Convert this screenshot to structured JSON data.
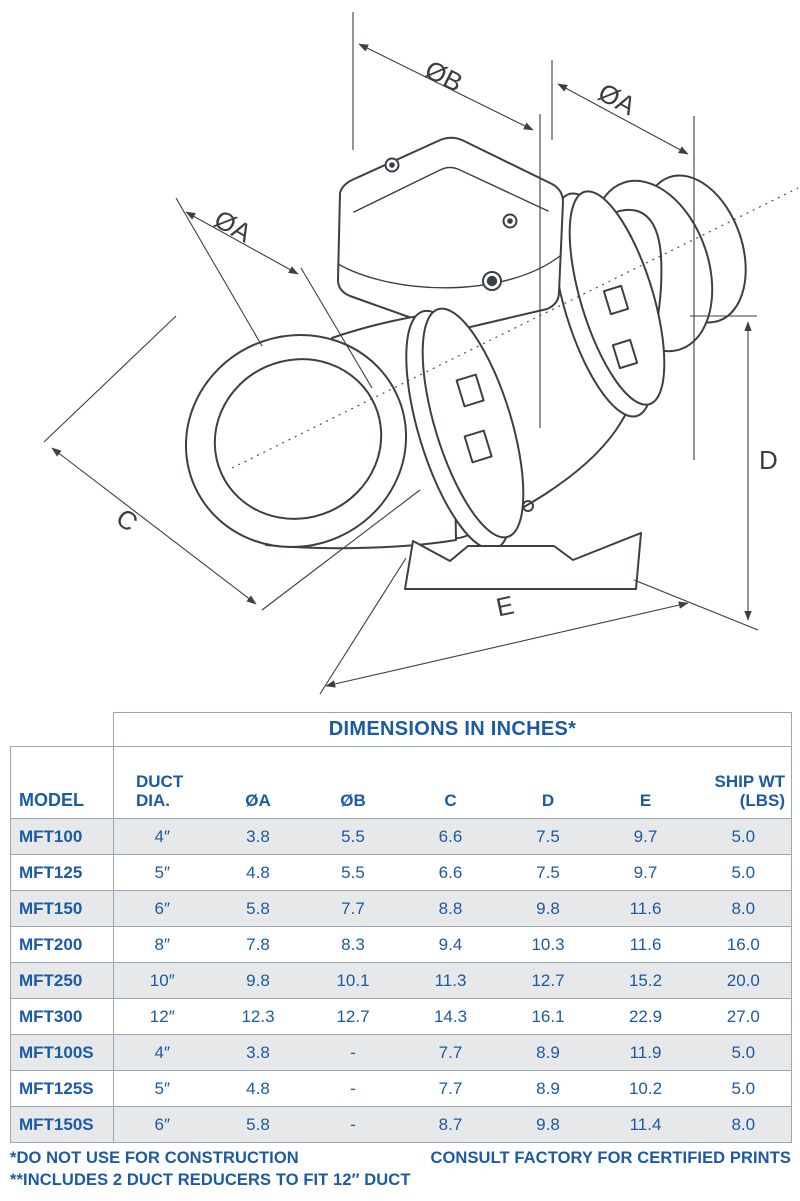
{
  "diagram": {
    "labels": {
      "dia_b": "ØB",
      "dia_a_right": "ØA",
      "dia_a_left": "ØA",
      "c": "C",
      "d": "D",
      "e": "E"
    }
  },
  "table": {
    "title": "DIMENSIONS IN INCHES*",
    "columns": [
      "MODEL",
      "DUCT\nDIA.",
      "ØA",
      "ØB",
      "C",
      "D",
      "E",
      "SHIP WT\n(LBS)"
    ],
    "rows": [
      [
        "MFT100",
        "4″",
        "3.8",
        "5.5",
        "6.6",
        "7.5",
        "9.7",
        "5.0"
      ],
      [
        "MFT125",
        "5″",
        "4.8",
        "5.5",
        "6.6",
        "7.5",
        "9.7",
        "5.0"
      ],
      [
        "MFT150",
        "6″",
        "5.8",
        "7.7",
        "8.8",
        "9.8",
        "11.6",
        "8.0"
      ],
      [
        "MFT200",
        "8″",
        "7.8",
        "8.3",
        "9.4",
        "10.3",
        "11.6",
        "16.0"
      ],
      [
        "MFT250",
        "10″",
        "9.8",
        "10.1",
        "11.3",
        "12.7",
        "15.2",
        "20.0"
      ],
      [
        "MFT300",
        "12″",
        "12.3",
        "12.7",
        "14.3",
        "16.1",
        "22.9",
        "27.0"
      ],
      [
        "MFT100S",
        "4″",
        "3.8",
        "-",
        "7.7",
        "8.9",
        "11.9",
        "5.0"
      ],
      [
        "MFT125S",
        "5″",
        "4.8",
        "-",
        "7.7",
        "8.9",
        "10.2",
        "5.0"
      ],
      [
        "MFT150S",
        "6″",
        "5.8",
        "-",
        "8.7",
        "9.8",
        "11.4",
        "8.0"
      ]
    ]
  },
  "footer": {
    "left_note": "*DO NOT USE FOR CONSTRUCTION",
    "right_note": "CONSULT FACTORY FOR CERTIFIED PRINTS",
    "bottom_note": "**INCLUDES 2 DUCT REDUCERS TO FIT 12″ DUCT"
  },
  "colors": {
    "text_blue": "#1b5aa5",
    "row_shade": "#e7e8e9",
    "table_line": "#9aa7b6",
    "drawing_ink": "#3b4046"
  }
}
